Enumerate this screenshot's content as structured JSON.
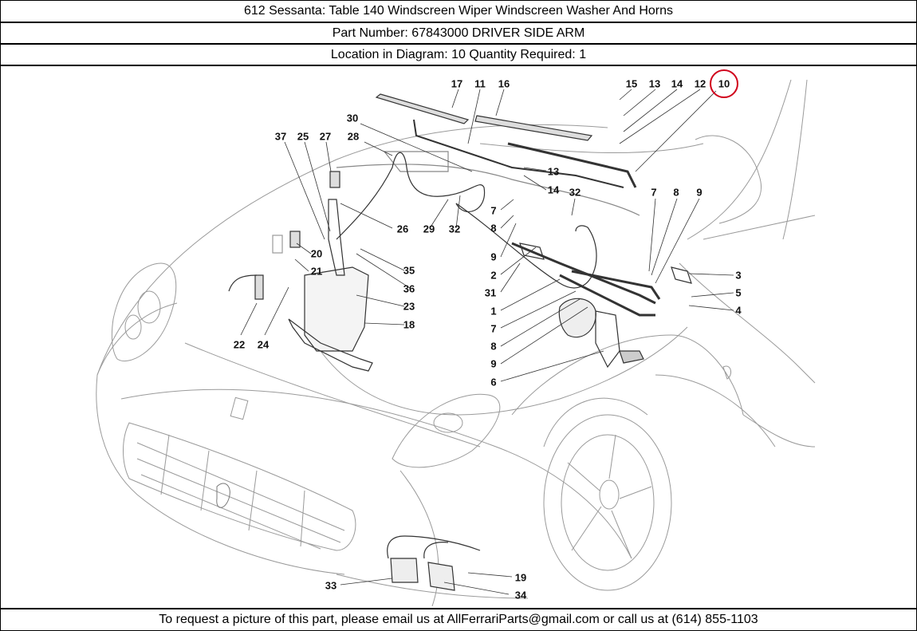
{
  "header": {
    "title": "612 Sessanta:   Table 140 Windscreen Wiper Windscreen Washer And Horns",
    "part_number": "Part Number: 67843000   DRIVER SIDE ARM",
    "location": "Location in Diagram: 10   Quantity Required: 1"
  },
  "footer": {
    "contact": "To request a picture of this part, please email us at AllFerrariParts@gmail.com or call us at (614) 855-1103"
  },
  "diagram": {
    "highlight_color": "#d0021b",
    "highlighted_label": "10",
    "labels": [
      {
        "id": "17",
        "text": "17"
      },
      {
        "id": "11",
        "text": "11"
      },
      {
        "id": "16",
        "text": "16"
      },
      {
        "id": "15",
        "text": "15"
      },
      {
        "id": "13a",
        "text": "13"
      },
      {
        "id": "14a",
        "text": "14"
      },
      {
        "id": "12",
        "text": "12"
      },
      {
        "id": "10",
        "text": "10"
      },
      {
        "id": "30",
        "text": "30"
      },
      {
        "id": "37",
        "text": "37"
      },
      {
        "id": "25",
        "text": "25"
      },
      {
        "id": "27",
        "text": "27"
      },
      {
        "id": "28",
        "text": "28"
      },
      {
        "id": "13b",
        "text": "13"
      },
      {
        "id": "14b",
        "text": "14"
      },
      {
        "id": "32a",
        "text": "32"
      },
      {
        "id": "7a",
        "text": "7"
      },
      {
        "id": "8a",
        "text": "8"
      },
      {
        "id": "9a",
        "text": "9"
      },
      {
        "id": "26",
        "text": "26"
      },
      {
        "id": "29",
        "text": "29"
      },
      {
        "id": "32b",
        "text": "32"
      },
      {
        "id": "7b",
        "text": "7"
      },
      {
        "id": "8b",
        "text": "8"
      },
      {
        "id": "9b",
        "text": "9"
      },
      {
        "id": "20",
        "text": "20"
      },
      {
        "id": "21",
        "text": "21"
      },
      {
        "id": "35",
        "text": "35"
      },
      {
        "id": "36",
        "text": "36"
      },
      {
        "id": "23",
        "text": "23"
      },
      {
        "id": "18",
        "text": "18"
      },
      {
        "id": "22",
        "text": "22"
      },
      {
        "id": "24",
        "text": "24"
      },
      {
        "id": "2",
        "text": "2"
      },
      {
        "id": "31",
        "text": "31"
      },
      {
        "id": "1",
        "text": "1"
      },
      {
        "id": "7c",
        "text": "7"
      },
      {
        "id": "8c",
        "text": "8"
      },
      {
        "id": "9c",
        "text": "9"
      },
      {
        "id": "6",
        "text": "6"
      },
      {
        "id": "3",
        "text": "3"
      },
      {
        "id": "5",
        "text": "5"
      },
      {
        "id": "4",
        "text": "4"
      },
      {
        "id": "19",
        "text": "19"
      },
      {
        "id": "33",
        "text": "33"
      },
      {
        "id": "34",
        "text": "34"
      }
    ]
  }
}
